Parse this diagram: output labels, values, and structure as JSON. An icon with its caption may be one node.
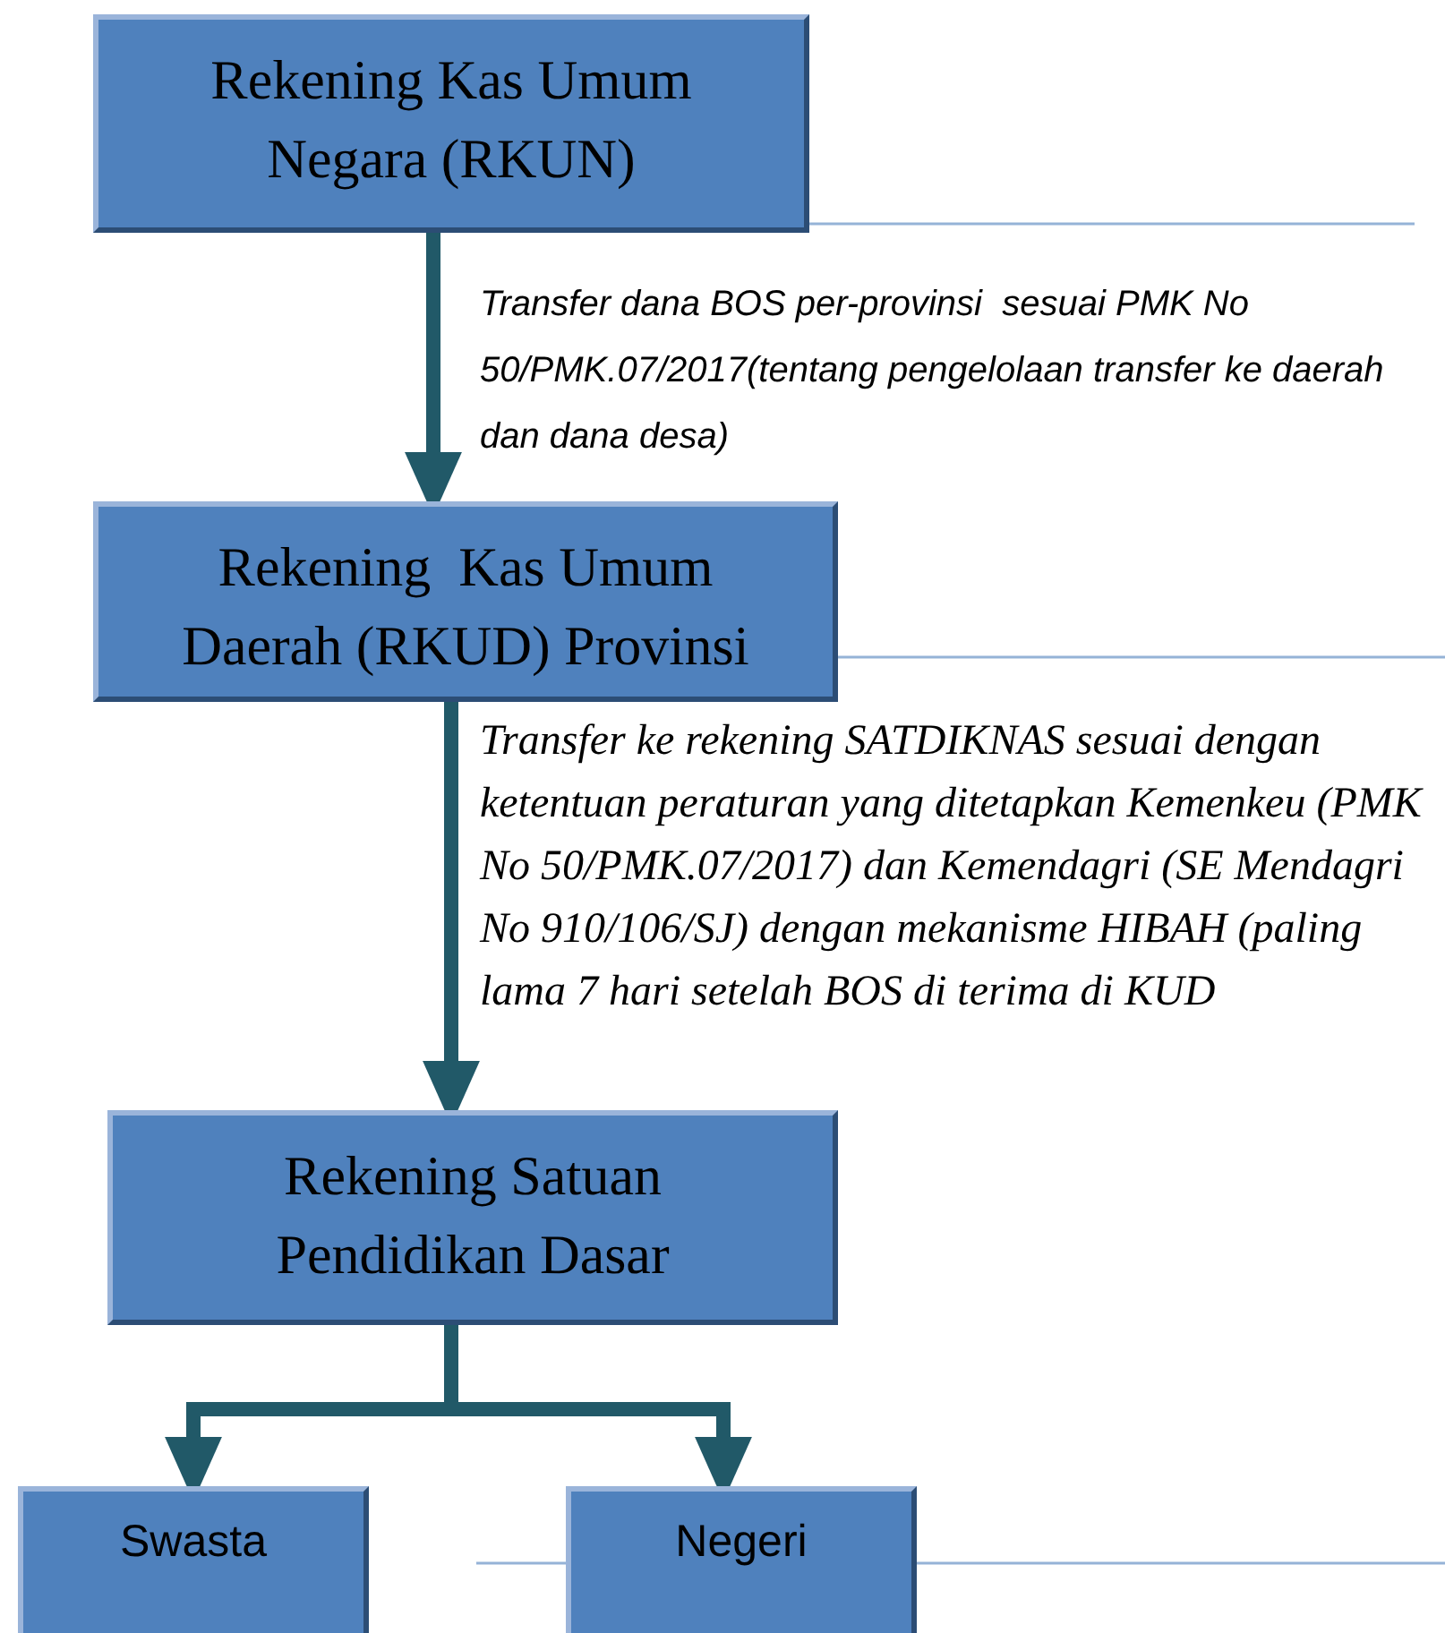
{
  "diagram": {
    "nodes": [
      {
        "text": [
          "Rekening Kas Umum Negara (RKUN)"
        ]
      },
      {
        "text": [
          "Rekening  Kas Umum Daerah (RKUD) Provinsi"
        ]
      },
      {
        "text": [
          "Rekening Satuan Pendidikan Dasar"
        ]
      },
      {
        "text": [
          "Swasta"
        ]
      },
      {
        "text": [
          "Negeri"
        ]
      }
    ],
    "edges": [
      {
        "from": 0,
        "to": 1,
        "arrow": "to",
        "label": "Transfer dana BOS per-provinsi  sesuai PMK No 50/PMK.07/2017(tentang pengelolaan transfer ke daerah dan dana desa)"
      },
      {
        "from": 1,
        "to": 2,
        "arrow": "to",
        "label": "Transfer ke rekening SATDIKNAS sesuai dengan ketentuan peraturan yang ditetapkan Kemenkeu (PMK No 50/PMK.07/2017) dan Kemendagri (SE Mendagri No 910/106/SJ) dengan mekanisme HIBAH (paling lama 7 hari setelah BOS di terima di KUD"
      },
      {
        "from": 2,
        "to": 3,
        "arrow": "to"
      },
      {
        "from": 2,
        "to": 4,
        "arrow": "to"
      }
    ]
  }
}
